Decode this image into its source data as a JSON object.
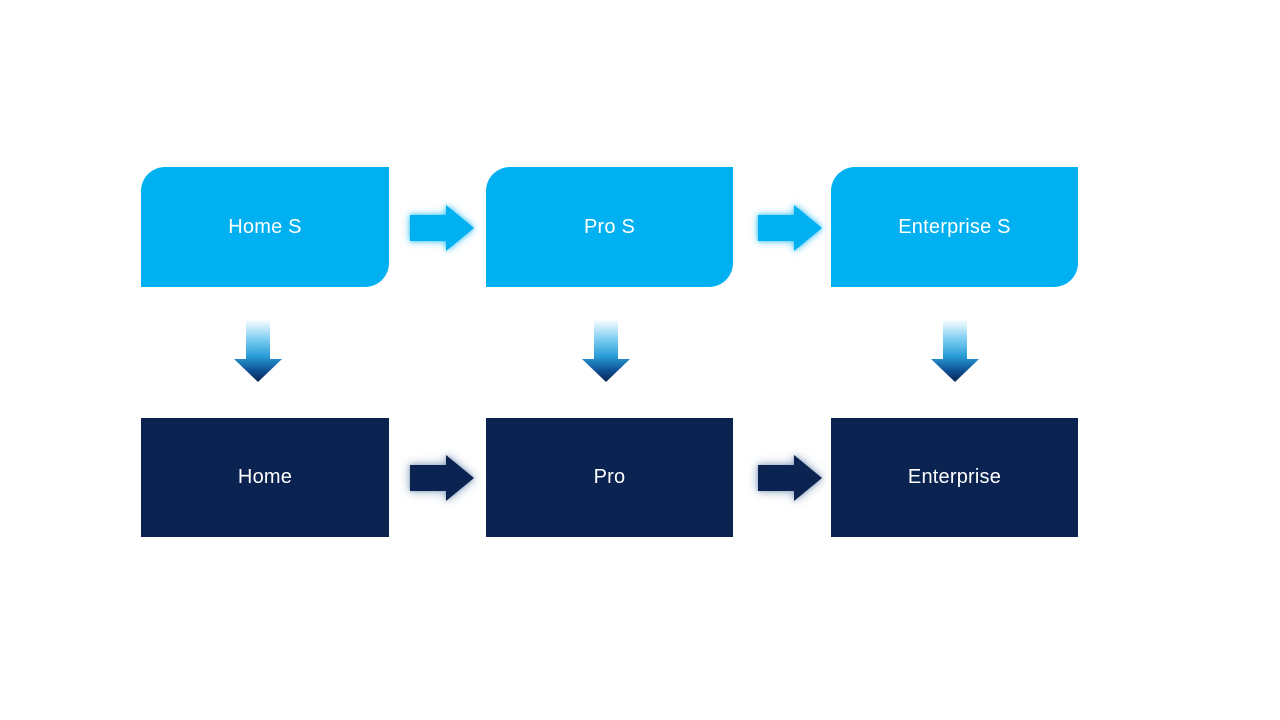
{
  "slide": {
    "colors": {
      "background_color": "#FFFFFF",
      "top_box_fill": "#00B0F0",
      "bottom_box_fill": "#0A2351",
      "text_color": "#FFFFFF",
      "top_arrow_fill": "#00B0F0",
      "bottom_arrow_fill": "#0A2351",
      "top_arrow_glow": "rgba(0, 176, 240, 0.55)",
      "bottom_arrow_glow": "rgba(137, 160, 190, 0.8)",
      "down_arrow_gradient": [
        "#FFFFFF",
        "#7ECDF2",
        "#2B9FD9",
        "#10579A",
        "#0A2351"
      ]
    },
    "columns": [
      {
        "top_label": "Home S",
        "bottom_label": "Home"
      },
      {
        "top_label": "Pro S",
        "bottom_label": "Pro"
      },
      {
        "top_label": "Enterprise S",
        "bottom_label": "Enterprise"
      }
    ],
    "icons": {
      "right_arrow_glyph": "➡",
      "down_arrow_glyph": "⬇"
    }
  }
}
